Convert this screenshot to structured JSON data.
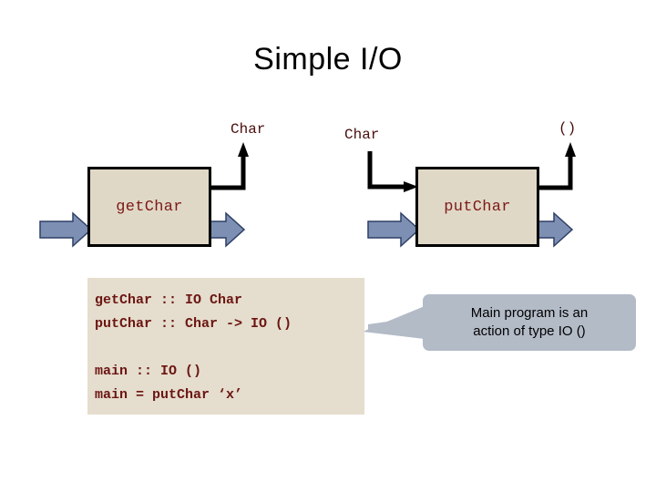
{
  "slide": {
    "title": "Simple I/O",
    "background_color": "#ffffff"
  },
  "colors": {
    "box_fill": "#e0d8c6",
    "box_border": "#000000",
    "box_text": "#7d1a18",
    "code_fill": "#e5ddcd",
    "code_text": "#6b1512",
    "callout_fill": "#b3bbc7",
    "callout_text": "#000000",
    "block_arrow_fill": "#7d90b4",
    "block_arrow_stroke": "#2f3f66",
    "connector": "#000000",
    "type_label": "#4a0d0d"
  },
  "diagram": {
    "boxes": [
      {
        "id": "getchar",
        "label": "getChar"
      },
      {
        "id": "putchar",
        "label": "putChar"
      }
    ],
    "type_labels": [
      {
        "id": "getchar-output",
        "text": "Char"
      },
      {
        "id": "putchar-input",
        "text": "Char"
      },
      {
        "id": "putchar-output",
        "text": "()"
      }
    ],
    "block_arrows": [
      {
        "id": "getchar-world-in",
        "direction": "right"
      },
      {
        "id": "getchar-world-out",
        "direction": "right"
      },
      {
        "id": "putchar-world-in",
        "direction": "right"
      },
      {
        "id": "putchar-world-out",
        "direction": "right"
      }
    ]
  },
  "code": {
    "lines": [
      "getChar :: IO Char",
      "putChar :: Char -> IO ()",
      "",
      "main :: IO ()",
      "main = putChar ‘x’"
    ]
  },
  "callout": {
    "lines": [
      "Main program is an",
      "action of type IO ()"
    ]
  }
}
